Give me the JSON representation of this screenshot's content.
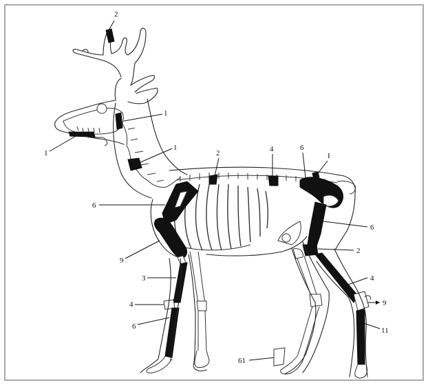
{
  "labels": {
    "antler": "2",
    "jaw": "1",
    "skull_back": "1",
    "neck_vertebra": "1",
    "thoracic_spine": "2",
    "lumbar_spine": "4",
    "pelvis": "6",
    "tail": "I",
    "scapula": "6",
    "humerus": "9",
    "femur": "6",
    "tibia_top": "2",
    "radius": "3",
    "carpal": "4",
    "fore_cannon": "6",
    "hind_cannon_upper": "4",
    "hock": "9",
    "hind_cannon_lower": "11",
    "hoof": "61"
  },
  "colors": {
    "ink": "#111111",
    "background": "#ffffff",
    "frame": "#555555"
  }
}
